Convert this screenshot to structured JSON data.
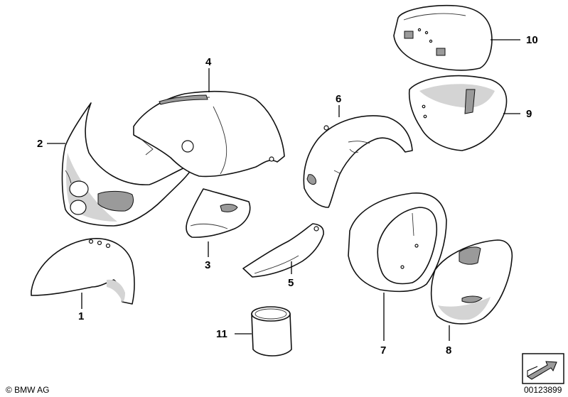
{
  "callouts": {
    "p1": "1",
    "p2": "2",
    "p3": "3",
    "p4": "4",
    "p5": "5",
    "p6": "6",
    "p7": "7",
    "p8": "8",
    "p9": "9",
    "p10": "10",
    "p11": "11"
  },
  "footer": {
    "copyright": "© BMW AG",
    "diagram_number": "00123899"
  }
}
